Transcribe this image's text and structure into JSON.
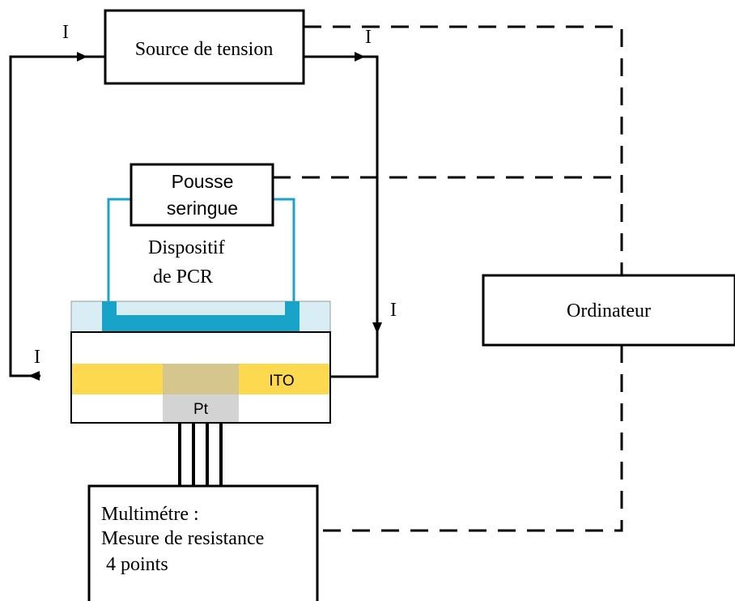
{
  "diagram": {
    "current_label": "I",
    "voltage_source": {
      "label": "Source de tension"
    },
    "syringe_pump": {
      "line1": "Pousse",
      "line2": "seringue"
    },
    "pcr_device": {
      "line1": "Dispositif",
      "line2": "de PCR"
    },
    "computer": {
      "label": "Ordinateur"
    },
    "ito_label": "ITO",
    "pt_label": "Pt",
    "multimeter": {
      "line1": "Multimétre :",
      "line2": "Mesure de resistance",
      "line3": " 4 points"
    },
    "colors": {
      "wire": "#000000",
      "fluid_tube": "#1aa3c8",
      "glass_cover": "#d8eef4",
      "ito": "#fcd94f",
      "ito_pt_overlap": "#d4c68d",
      "platinum": "#d3d3d3",
      "substrate": "#ffffff"
    }
  }
}
